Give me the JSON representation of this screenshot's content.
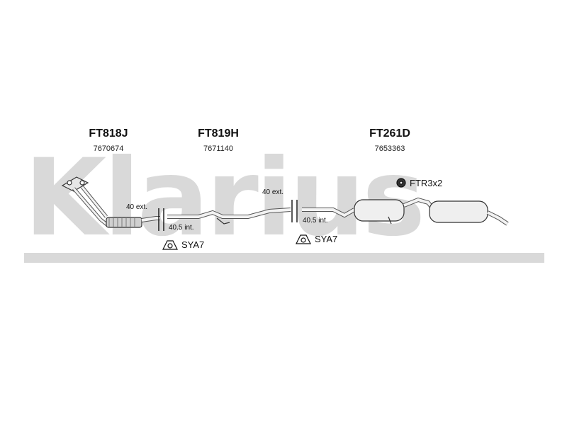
{
  "watermark": {
    "text": "Klarius"
  },
  "parts": [
    {
      "code": "FT818J",
      "number": "7670674"
    },
    {
      "code": "FT819H",
      "number": "7671140"
    },
    {
      "code": "FT261D",
      "number": "7653363"
    }
  ],
  "joints": [
    {
      "ext": "40 ext.",
      "int": "40.5 int."
    },
    {
      "ext": "40 ext.",
      "int": "40.5 int."
    }
  ],
  "accessories": [
    {
      "code": "SYA7",
      "icon": "clamp-icon"
    },
    {
      "code": "SYA7",
      "icon": "clamp-icon"
    },
    {
      "code": "FTR3x2",
      "icon": "rubber-mount-icon"
    }
  ],
  "colors": {
    "watermark": "#d9d9d9",
    "line": "#333333",
    "fill": "#f2f2f2"
  }
}
